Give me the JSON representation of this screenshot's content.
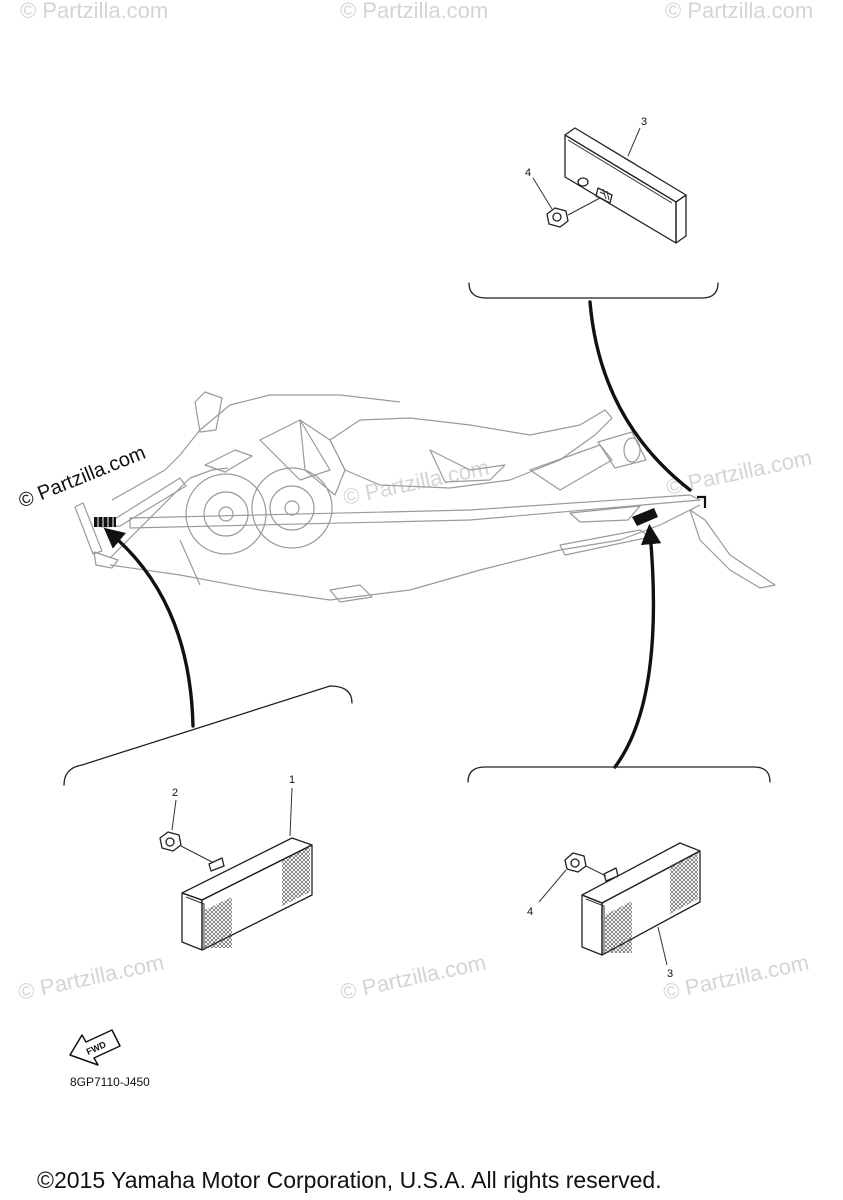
{
  "watermark_text": "© Partzilla.com",
  "brand_text": "© Partzilla.com",
  "callouts": {
    "c1": "1",
    "c2": "2",
    "c3_top": "3",
    "c4_top": "4",
    "c3_bottom": "3",
    "c4_bottom": "4"
  },
  "fwd_label": "FWD",
  "diagram_code": "8GP7110-J450",
  "copyright": "©2015 Yamaha Motor Corporation, U.S.A. All rights reserved."
}
